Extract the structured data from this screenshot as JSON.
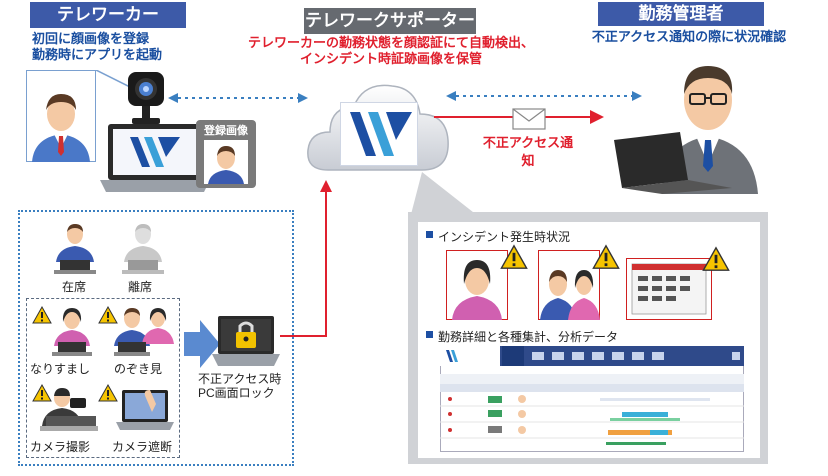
{
  "teleworker": {
    "title": "テレワーカー",
    "desc_line1": "初回に顔画像を登録",
    "desc_line2": "勤務時にアプリを起動",
    "registered_image_label": "登録画像"
  },
  "supporter": {
    "title": "テレワークサポーター",
    "desc_line1": "テレワーカーの勤務状態を顔認証にて自動検出、",
    "desc_line2": "インシデント時証跡画像を保管"
  },
  "manager": {
    "title": "勤務管理者",
    "desc": "不正アクセス通知の際に状況確認"
  },
  "alert": {
    "label": "不正アクセス通知"
  },
  "states": {
    "present": "在席",
    "away": "離席",
    "impersonation": "なりすまし",
    "peeking": "のぞき見",
    "camera_shot": "カメラ撮影",
    "camera_block": "カメラ遮断",
    "lock_line1": "不正アクセス時",
    "lock_line2": "PC画面ロック"
  },
  "panel": {
    "incident_title": "インシデント発生時状況",
    "report_title": "勤務詳細と各種集計、分析データ"
  },
  "colors": {
    "header_blue": "#3d5aa8",
    "supporter_gray": "#666a70",
    "accent_red": "#e0202e",
    "text_blue": "#1a4fa0",
    "dotted_blue": "#3a7fc0"
  }
}
